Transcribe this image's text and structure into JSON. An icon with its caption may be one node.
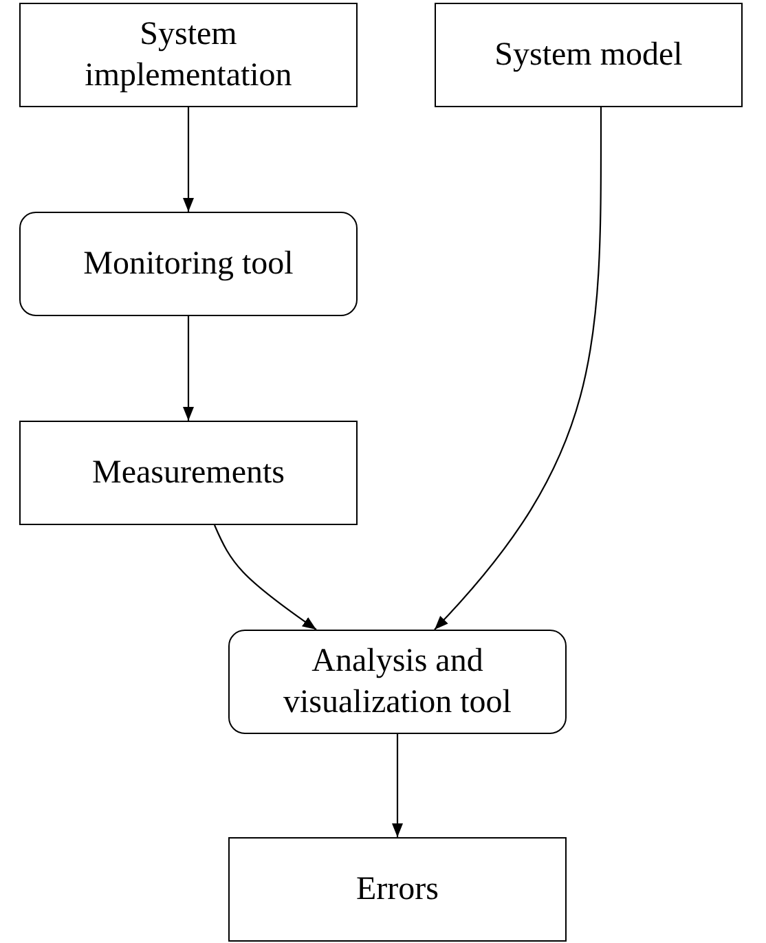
{
  "diagram": {
    "nodes": [
      {
        "text": [
          "System implementation"
        ]
      },
      {
        "text": [
          "System model"
        ]
      },
      {
        "text": [
          "Monitoring tool"
        ]
      },
      {
        "text": [
          "Measurements"
        ]
      },
      {
        "text": [
          "Analysis and visualization tool"
        ]
      },
      {
        "text": [
          "Errors"
        ]
      }
    ],
    "edges": [
      {
        "from": 0,
        "to": 2,
        "arrow": "to"
      },
      {
        "from": 2,
        "to": 3,
        "arrow": "to"
      },
      {
        "from": 3,
        "to": 4,
        "arrow": "to"
      },
      {
        "from": 1,
        "to": 4,
        "arrow": "to"
      },
      {
        "from": 4,
        "to": 5,
        "arrow": "to"
      }
    ]
  }
}
